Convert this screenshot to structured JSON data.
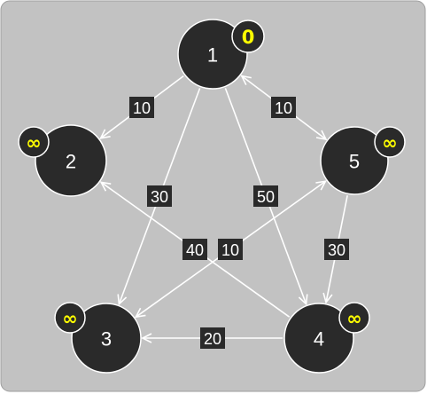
{
  "colors": {
    "background": "#c2c2c2",
    "node_fill": "#2a2a2a",
    "edge": "#ffffff",
    "distance_text": "#ffff00"
  },
  "nodes": [
    {
      "id": "1",
      "label": "1",
      "distance": "0"
    },
    {
      "id": "2",
      "label": "2",
      "distance": "∞"
    },
    {
      "id": "3",
      "label": "3",
      "distance": "∞"
    },
    {
      "id": "4",
      "label": "4",
      "distance": "∞"
    },
    {
      "id": "5",
      "label": "5",
      "distance": "∞"
    }
  ],
  "edges": [
    {
      "from": "1",
      "to": "2",
      "weight": "10",
      "directed": true
    },
    {
      "from": "1",
      "to": "5",
      "weight": "10",
      "directed": false
    },
    {
      "from": "1",
      "to": "3",
      "weight": "30",
      "directed": true
    },
    {
      "from": "1",
      "to": "4",
      "weight": "50",
      "directed": true
    },
    {
      "from": "4",
      "to": "2",
      "weight": "40",
      "directed": true
    },
    {
      "from": "3",
      "to": "5",
      "weight": "10",
      "directed": false
    },
    {
      "from": "5",
      "to": "4",
      "weight": "30",
      "directed": true
    },
    {
      "from": "4",
      "to": "3",
      "weight": "20",
      "directed": true
    }
  ]
}
